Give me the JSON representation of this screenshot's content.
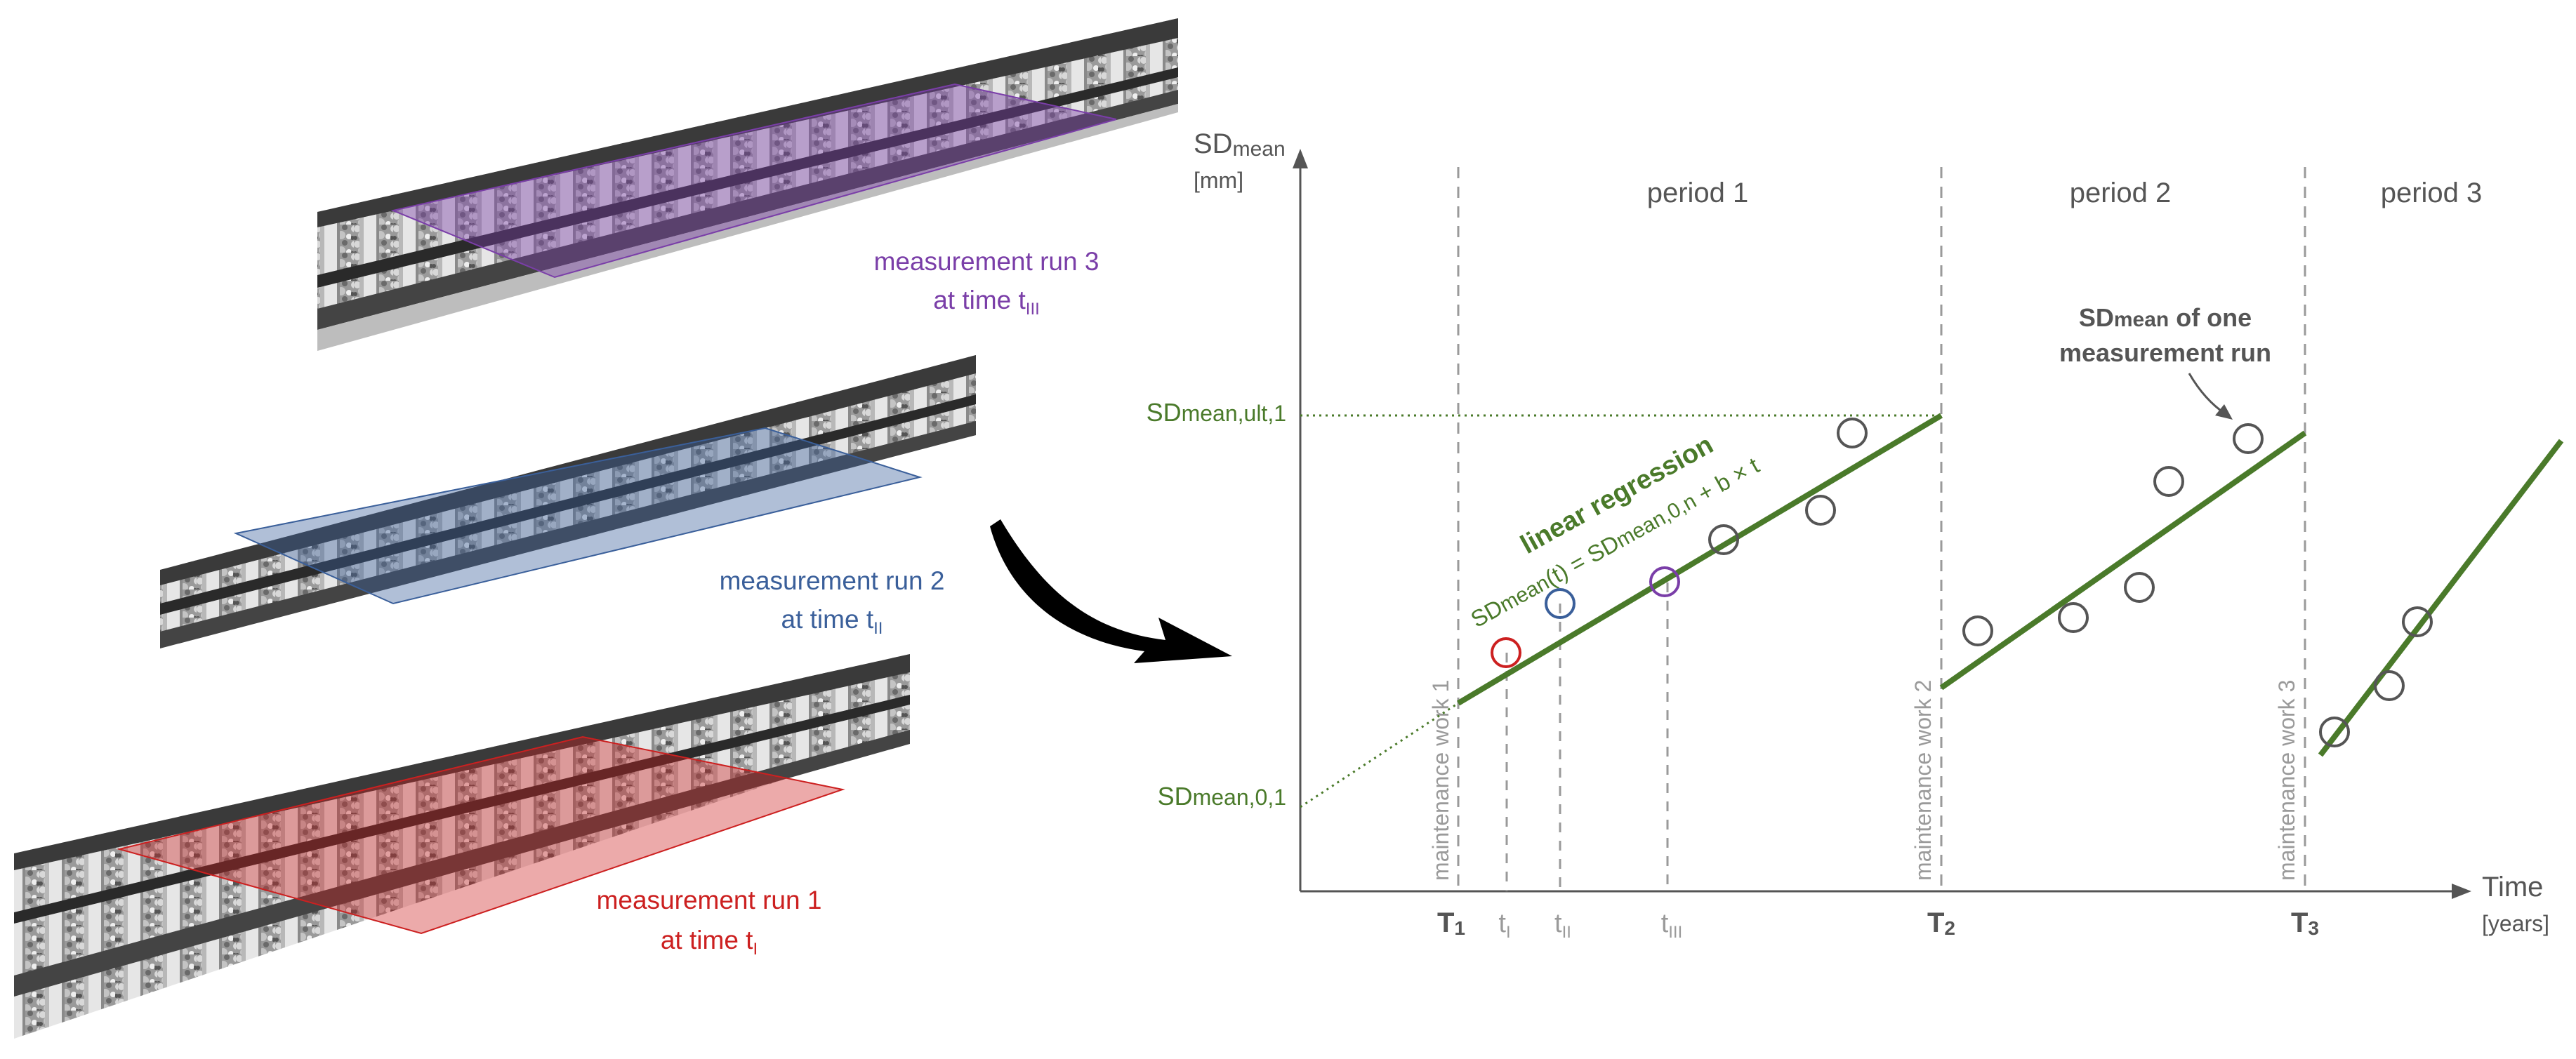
{
  "colors": {
    "run3": "#7a3ea8",
    "run2": "#3a5f9a",
    "run1": "#cc2020",
    "regression": "#4a7a2a",
    "axis": "#555555",
    "guide": "#9a9a9a"
  },
  "tracks": [
    {
      "label_line1": "measurement run 3",
      "label_line2_prefix": "at time t",
      "label_line2_sub": "III",
      "color": "#7a3ea8"
    },
    {
      "label_line1": "measurement run 2",
      "label_line2_prefix": "at time t",
      "label_line2_sub": "II",
      "color": "#3a5f9a"
    },
    {
      "label_line1": "measurement run 1",
      "label_line2_prefix": "at time t",
      "label_line2_sub": "I",
      "color": "#cc2020"
    }
  ],
  "chart": {
    "y_axis": {
      "label_main": "SD",
      "label_sub": "mean",
      "unit": "[mm]"
    },
    "x_axis": {
      "label": "Time",
      "unit": "[years]"
    },
    "periods": [
      "period 1",
      "period 2",
      "period 3"
    ],
    "maintenance": [
      "maintenance work 1",
      "maintenance work 2",
      "maintenance work 3"
    ],
    "x_ticks": [
      {
        "main": "T",
        "sub": "1",
        "bold": true
      },
      {
        "main": "t",
        "sub": "I",
        "bold": false
      },
      {
        "main": "t",
        "sub": "II",
        "bold": false
      },
      {
        "main": "t",
        "sub": "III",
        "bold": false
      },
      {
        "main": "T",
        "sub": "2",
        "bold": true
      },
      {
        "main": "T",
        "sub": "3",
        "bold": true
      }
    ],
    "y_labels": {
      "ult": {
        "main": "SD",
        "sub": "mean,ult,1"
      },
      "zero": {
        "main": "SD",
        "sub": "mean,0,1"
      }
    },
    "regression_title": "linear regression",
    "regression_formula": {
      "a": "SD",
      "a_sub": "mean",
      "b": "(t) = SD",
      "b_sub": "mean,0,n",
      "c": " + b × t"
    },
    "annotation": {
      "line1_main": "SD",
      "line1_sub": "mean",
      "line1_rest": " of one",
      "line2": "measurement run"
    }
  }
}
